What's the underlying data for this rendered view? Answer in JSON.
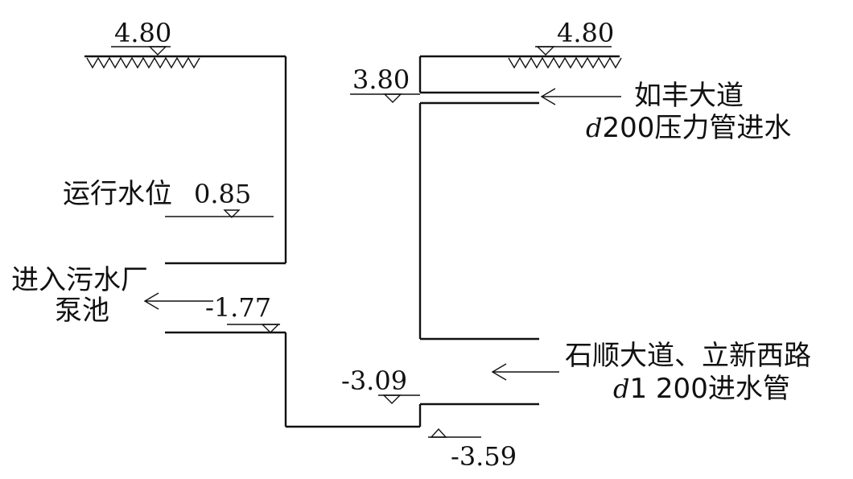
{
  "elevations": {
    "ground_left": "4.80",
    "ground_right": "4.80",
    "pressure_inlet": "3.80",
    "operating_level_label": "运行水位",
    "operating_level": "0.85",
    "outlet": "-1.77",
    "inlet_pipe": "-3.09",
    "bottom": "-3.59"
  },
  "labels": {
    "to_plant_line1": "进入污水厂",
    "to_plant_line2": "泵池",
    "rufeng_line1": "如丰大道",
    "rufeng_line2_italic": "d",
    "rufeng_line2_rest": "200压力管进水",
    "shishun_line1": "石顺大道、立新西路",
    "shishun_line2_italic": "d",
    "shishun_line2_rest": "1 200进水管"
  }
}
